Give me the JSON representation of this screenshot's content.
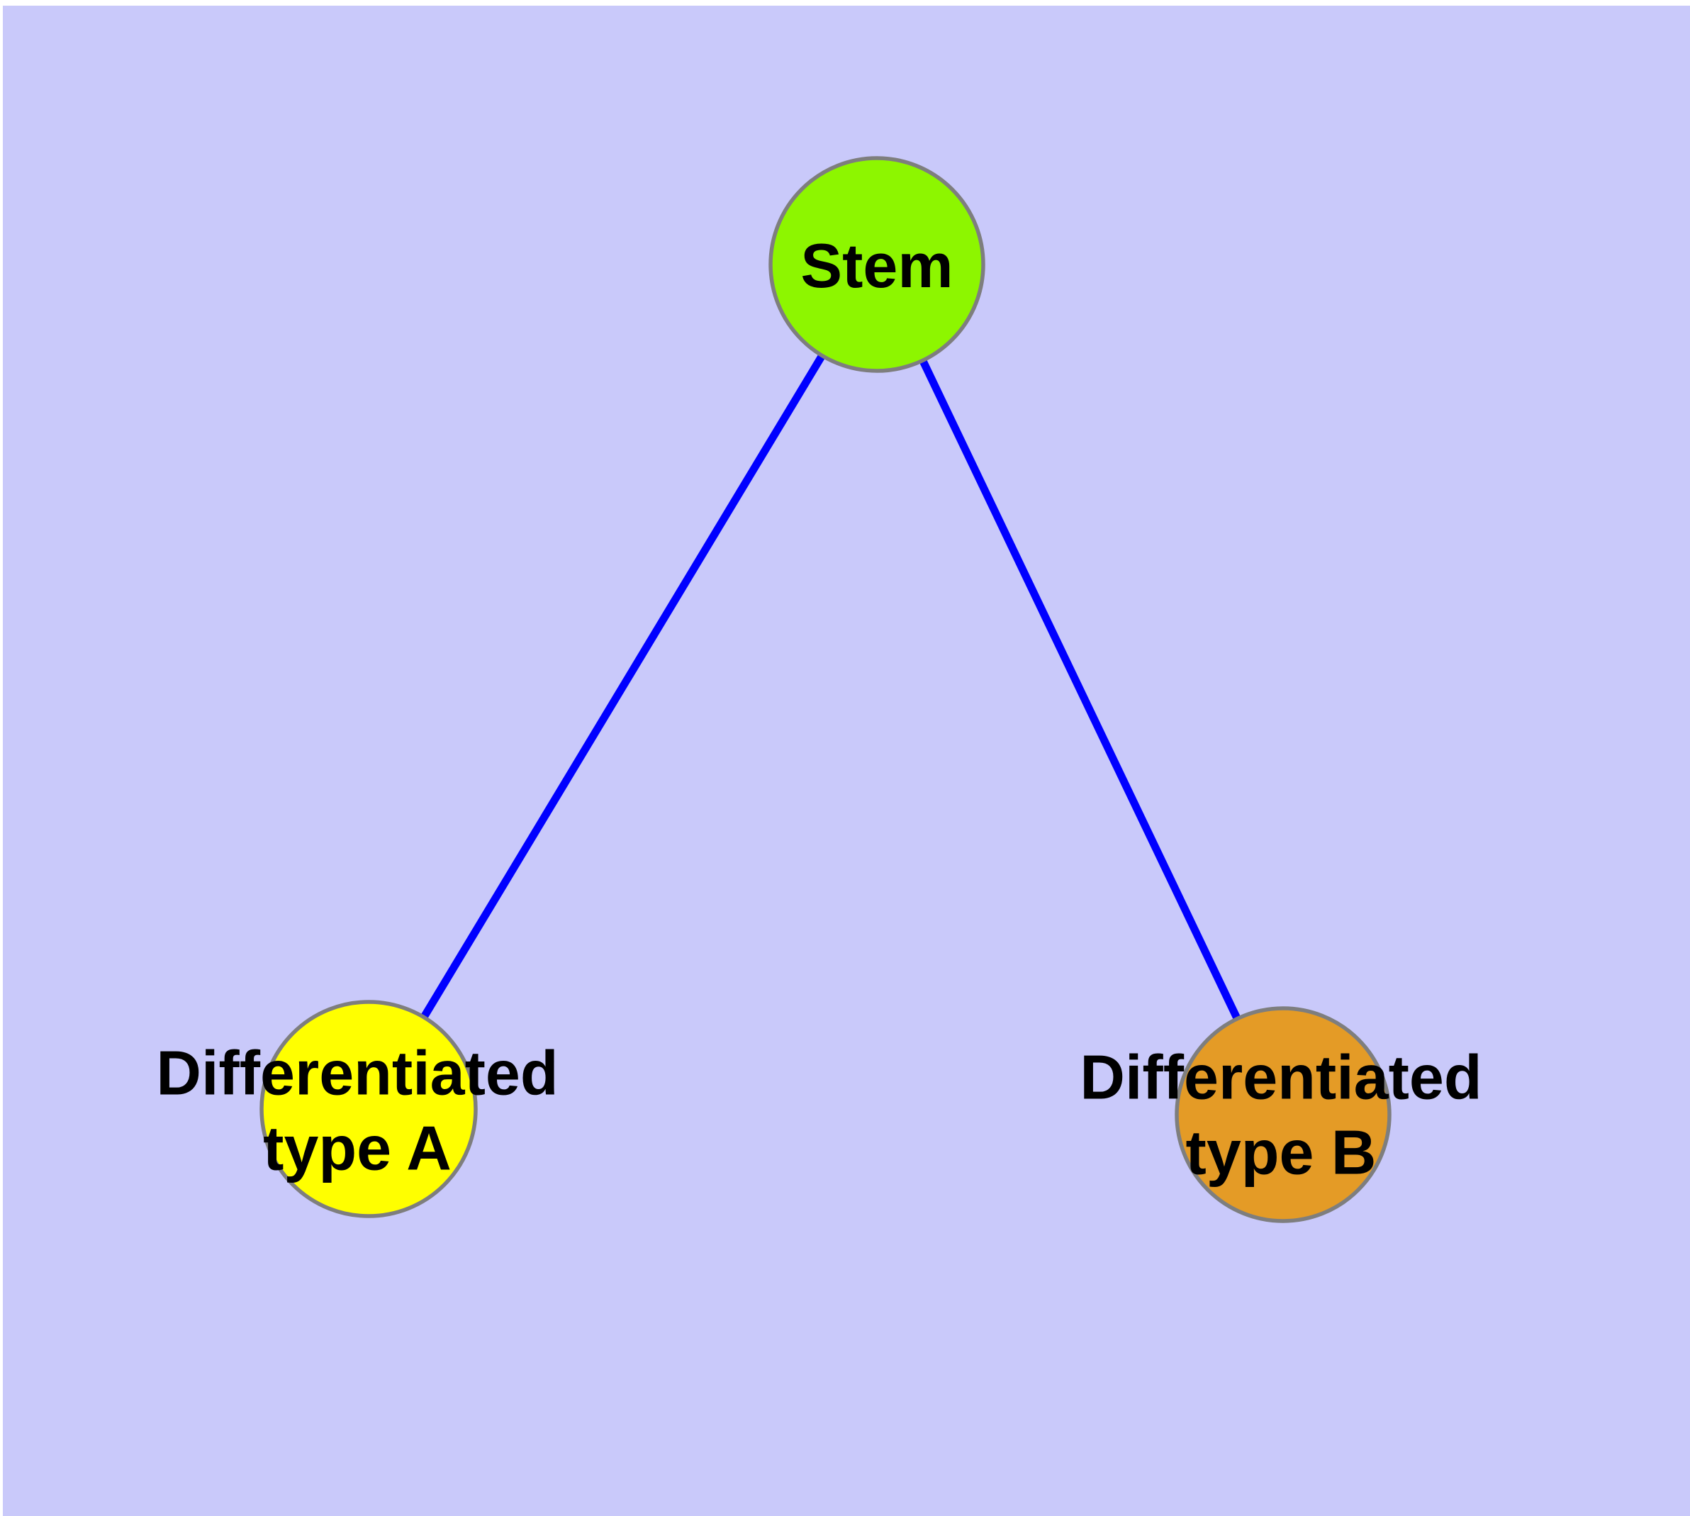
{
  "canvas": {
    "background_color": "#c9c9fa",
    "margin_color": "#ffffff"
  },
  "graph": {
    "edge_color": "#0000ff",
    "node_border_color": "#7e7e7e",
    "label_color": "#000000",
    "nodes": [
      {
        "id": "stem",
        "label": "Stem",
        "label_lines": [
          "Stem"
        ],
        "fill_color": "#8df600"
      },
      {
        "id": "differentiated-type-a",
        "label": "Differentiated type A",
        "label_lines": [
          "Differentiated",
          "type A"
        ],
        "fill_color": "#ffff00"
      },
      {
        "id": "differentiated-type-b",
        "label": "Differentiated type B",
        "label_lines": [
          "Differentiated",
          "type B"
        ],
        "fill_color": "#e49b26"
      }
    ],
    "edges": [
      {
        "from": "Stem",
        "to": "Differentiated type A"
      },
      {
        "from": "Stem",
        "to": "Differentiated type B"
      }
    ]
  }
}
